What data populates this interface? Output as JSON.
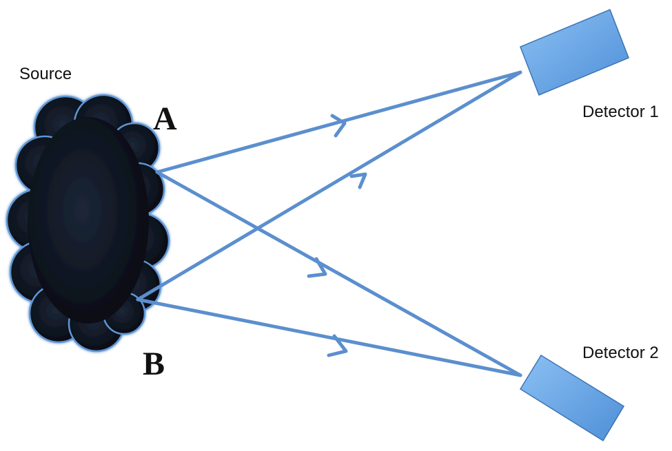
{
  "labels": {
    "source": "Source",
    "point_a": "A",
    "point_b": "B",
    "detector_1": "Detector 1",
    "detector_2": "Detector 2"
  },
  "colors": {
    "beam": "#5b8fce",
    "detector_fill": "#6aa6e4",
    "detector_edge": "#3d74b4",
    "cloud_fill": "#0d1522",
    "cloud_edge": "#5f97d6",
    "text": "#111111"
  },
  "icons": {
    "source": "source-cloud-icon",
    "detector": "detector-box-icon",
    "beam": "arrow-icon"
  }
}
